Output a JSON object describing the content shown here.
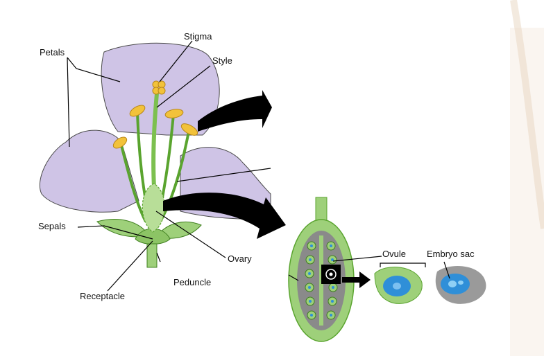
{
  "labels": {
    "petals": "Petals",
    "stigma": "Stigma",
    "style": "Style",
    "sepals": "Sepals",
    "ovary": "Ovary",
    "receptacle": "Receptacle",
    "peduncle": "Peduncle",
    "ovule": "Ovule",
    "embryo_sac": "Embryo sac"
  },
  "colors": {
    "petal_fill": "#cfc4e6",
    "petal_stroke": "#4a4a4a",
    "green_light": "#9ed07a",
    "green_dark": "#5aa42f",
    "anther_yellow": "#f2c23a",
    "ovule_blue": "#2f8fd8",
    "embryo_gray": "#9a9a9a",
    "arrow_black": "#000000"
  }
}
